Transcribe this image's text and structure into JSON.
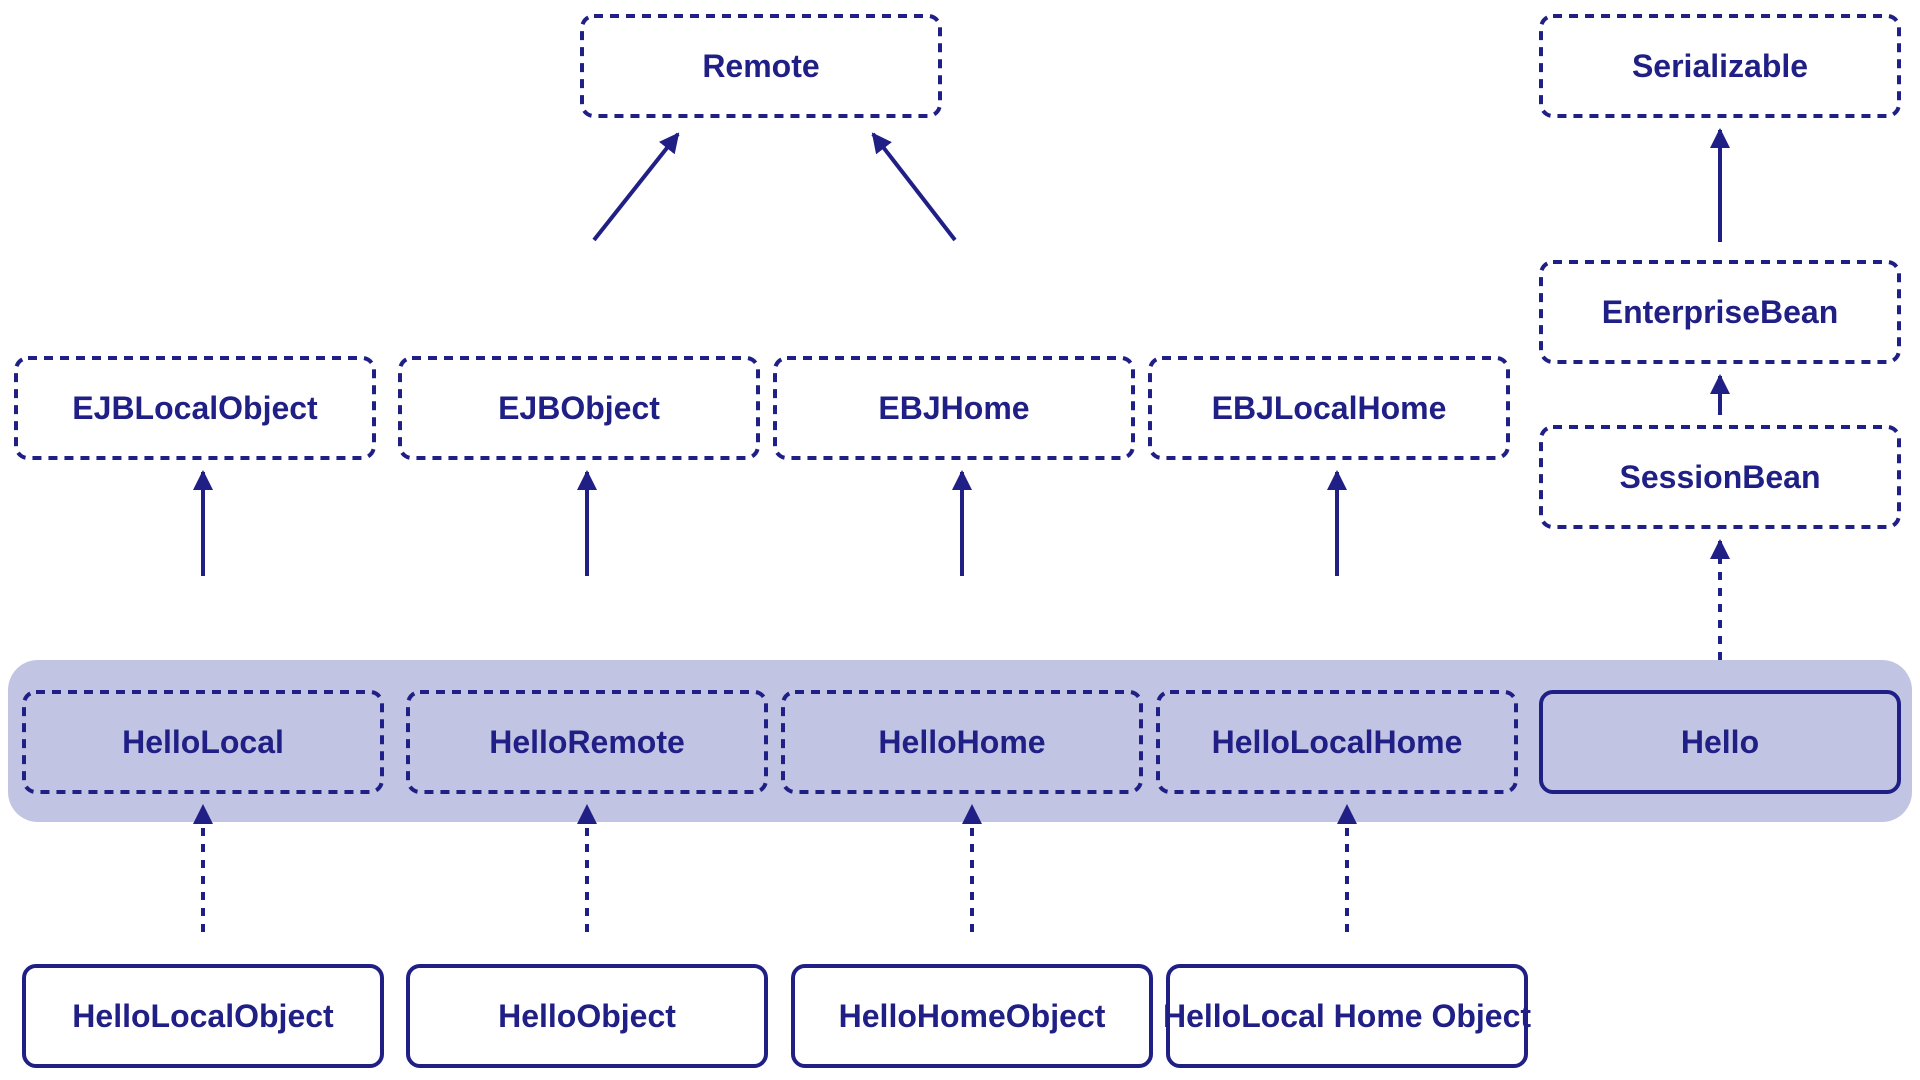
{
  "colors": {
    "ink": "#1f1f85",
    "band": "#c2c4e3",
    "background": "#ffffff"
  },
  "boxes": {
    "remote": {
      "label": "Remote",
      "style": "interface"
    },
    "serializable": {
      "label": "Serializable",
      "style": "interface"
    },
    "enterprise_bean": {
      "label": "EnterpriseBean",
      "style": "interface"
    },
    "session_bean": {
      "label": "SessionBean",
      "style": "interface"
    },
    "ejb_local_object": {
      "label": "EJBLocalObject",
      "style": "interface"
    },
    "ejb_object": {
      "label": "EJBObject",
      "style": "interface"
    },
    "ebj_home": {
      "label": "EBJHome",
      "style": "interface"
    },
    "ebj_local_home": {
      "label": "EBJLocalHome",
      "style": "interface"
    },
    "hello_local": {
      "label": "HelloLocal",
      "style": "interface"
    },
    "hello_remote": {
      "label": "HelloRemote",
      "style": "interface"
    },
    "hello_home": {
      "label": "HelloHome",
      "style": "interface"
    },
    "hello_local_home": {
      "label": "HelloLocalHome",
      "style": "interface"
    },
    "hello": {
      "label": "Hello",
      "style": "class"
    },
    "hello_local_object": {
      "label": "HelloLocalObject",
      "style": "class"
    },
    "hello_object": {
      "label": "HelloObject",
      "style": "class"
    },
    "hello_home_object": {
      "label": "HelloHomeObject",
      "style": "class"
    },
    "hello_local_home_object": {
      "label": "HelloLocal Home Object",
      "style": "class"
    }
  },
  "arrows": [
    {
      "from": "ejb_object",
      "to": "remote",
      "style": "solid"
    },
    {
      "from": "ebj_home",
      "to": "remote",
      "style": "solid"
    },
    {
      "from": "enterprise_bean",
      "to": "serializable",
      "style": "solid"
    },
    {
      "from": "session_bean",
      "to": "enterprise_bean",
      "style": "solid"
    },
    {
      "from": "hello",
      "to": "session_bean",
      "style": "dashed"
    },
    {
      "from": "hello_local",
      "to": "ejb_local_object",
      "style": "solid"
    },
    {
      "from": "hello_remote",
      "to": "ejb_object",
      "style": "solid"
    },
    {
      "from": "hello_home",
      "to": "ebj_home",
      "style": "solid"
    },
    {
      "from": "hello_local_home",
      "to": "ebj_local_home",
      "style": "solid"
    },
    {
      "from": "hello_local_object",
      "to": "hello_local",
      "style": "dashed"
    },
    {
      "from": "hello_object",
      "to": "hello_remote",
      "style": "dashed"
    },
    {
      "from": "hello_home_object",
      "to": "hello_home",
      "style": "dashed"
    },
    {
      "from": "hello_local_home_object",
      "to": "hello_local_home",
      "style": "dashed"
    }
  ]
}
